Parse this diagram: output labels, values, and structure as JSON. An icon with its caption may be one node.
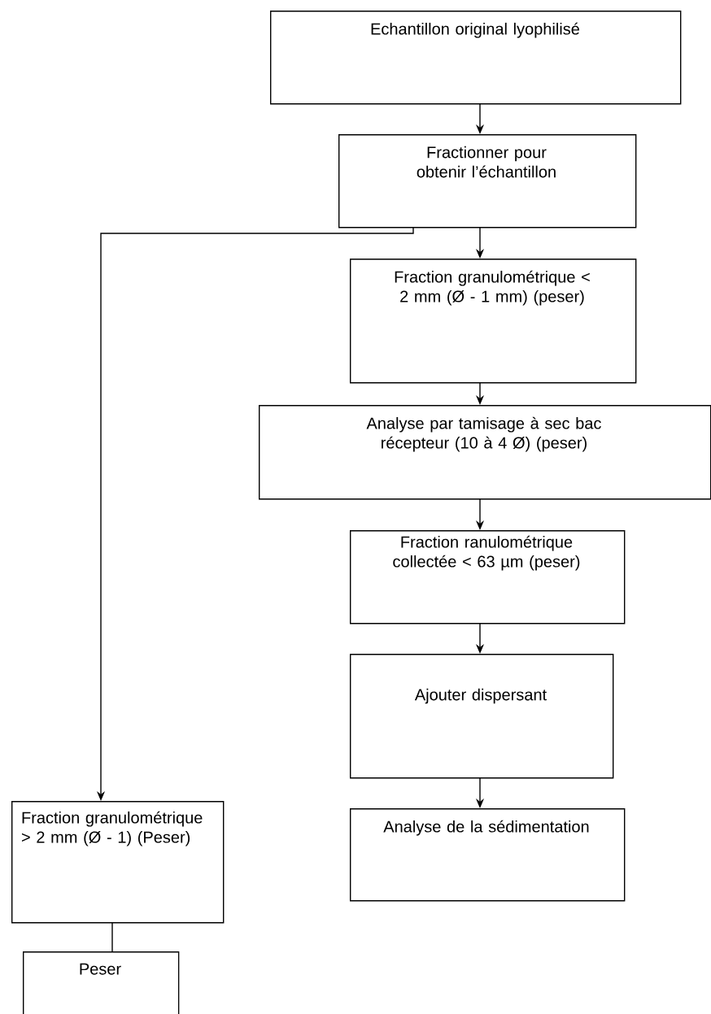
{
  "diagram": {
    "nodes": [
      {
        "text": [
          "Echantillon original lyophilisé"
        ]
      },
      {
        "text": [
          "Fractionner pour obtenir l’échantillon"
        ]
      },
      {
        "text": [
          "Fraction granulométrique < 2 mm (Ø - 1 mm) (peser)"
        ]
      },
      {
        "text": [
          "Analyse par tamisage à sec bac récepteur (10 à 4 Ø) (peser)"
        ]
      },
      {
        "text": [
          "Fraction ranulométrique collectée < 63 µm (peser)"
        ]
      },
      {
        "text": [
          "Ajouter dispersant"
        ]
      },
      {
        "text": [
          "Analyse de la sédimentation"
        ]
      },
      {
        "text": [
          "Fraction granulométrique > 2 mm (Ø - 1) (Peser)"
        ]
      },
      {
        "text": [
          "Peser"
        ]
      }
    ],
    "edges": [
      {
        "from": 0,
        "to": 1,
        "arrow": "to"
      },
      {
        "from": 1,
        "to": 2,
        "arrow": "to"
      },
      {
        "from": 2,
        "to": 3,
        "arrow": "to"
      },
      {
        "from": 3,
        "to": 4,
        "arrow": "to"
      },
      {
        "from": 4,
        "to": 5,
        "arrow": "to"
      },
      {
        "from": 5,
        "to": 6,
        "arrow": "to"
      },
      {
        "from": 1,
        "to": 7,
        "arrow": "to"
      },
      {
        "from": 7,
        "to": 8,
        "arrow": "none"
      }
    ]
  }
}
